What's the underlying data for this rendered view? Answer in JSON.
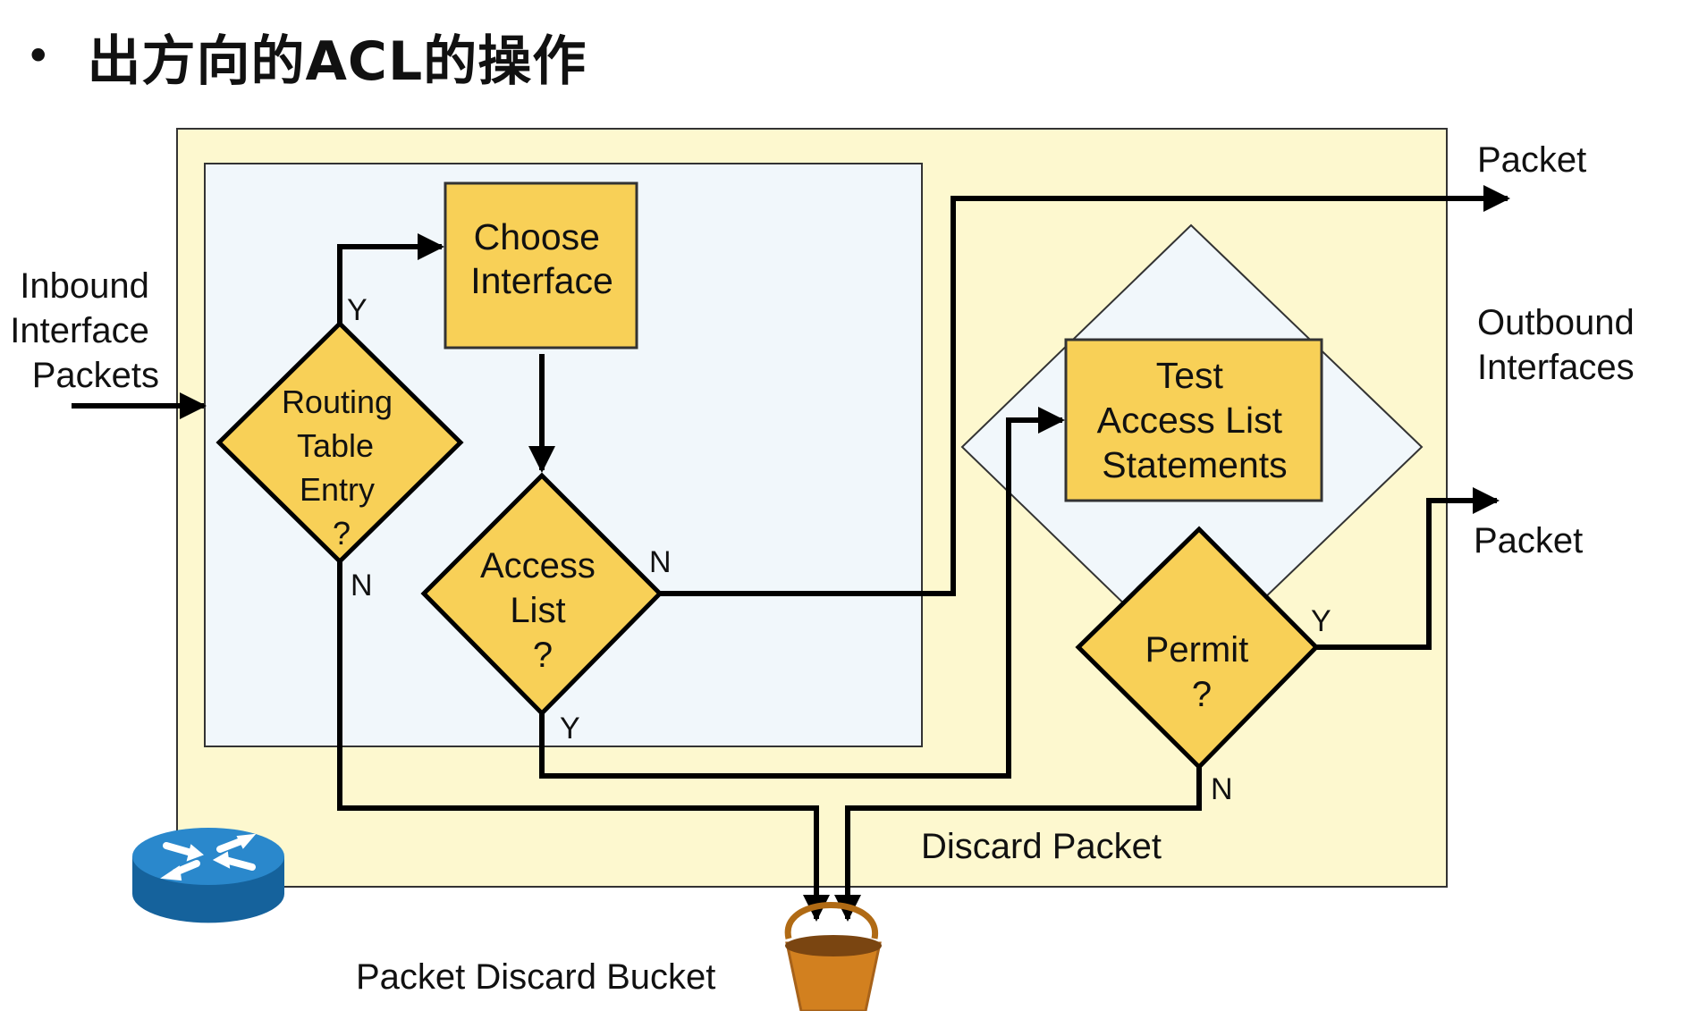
{
  "title": "出方向的ACL的操作",
  "labels": {
    "inbound": [
      "Inbound",
      "Interface",
      "Packets"
    ],
    "choose_interface": [
      "Choose",
      "Interface"
    ],
    "routing_entry": [
      "Routing",
      "Table",
      "Entry",
      "?"
    ],
    "access_list_q": [
      "Access",
      "List",
      "?"
    ],
    "test_statements": [
      "Test",
      "Access List",
      "Statements"
    ],
    "permit_q": [
      "Permit",
      "?"
    ],
    "packet_top": "Packet",
    "outbound": [
      "Outbound",
      "Interfaces"
    ],
    "packet_bottom": "Packet",
    "discard_packet": "Discard Packet",
    "discard_bucket": "Packet Discard Bucket",
    "yes": "Y",
    "no": "N"
  },
  "colors": {
    "router_frame": "#fdf8cf",
    "inner_panel": "#f1f7fb",
    "node_fill": "#f8d057",
    "line": "#000000",
    "router_icon": "#1f7ec0",
    "bucket": "#d2801f"
  },
  "icons": [
    "router-icon",
    "bucket-icon"
  ]
}
